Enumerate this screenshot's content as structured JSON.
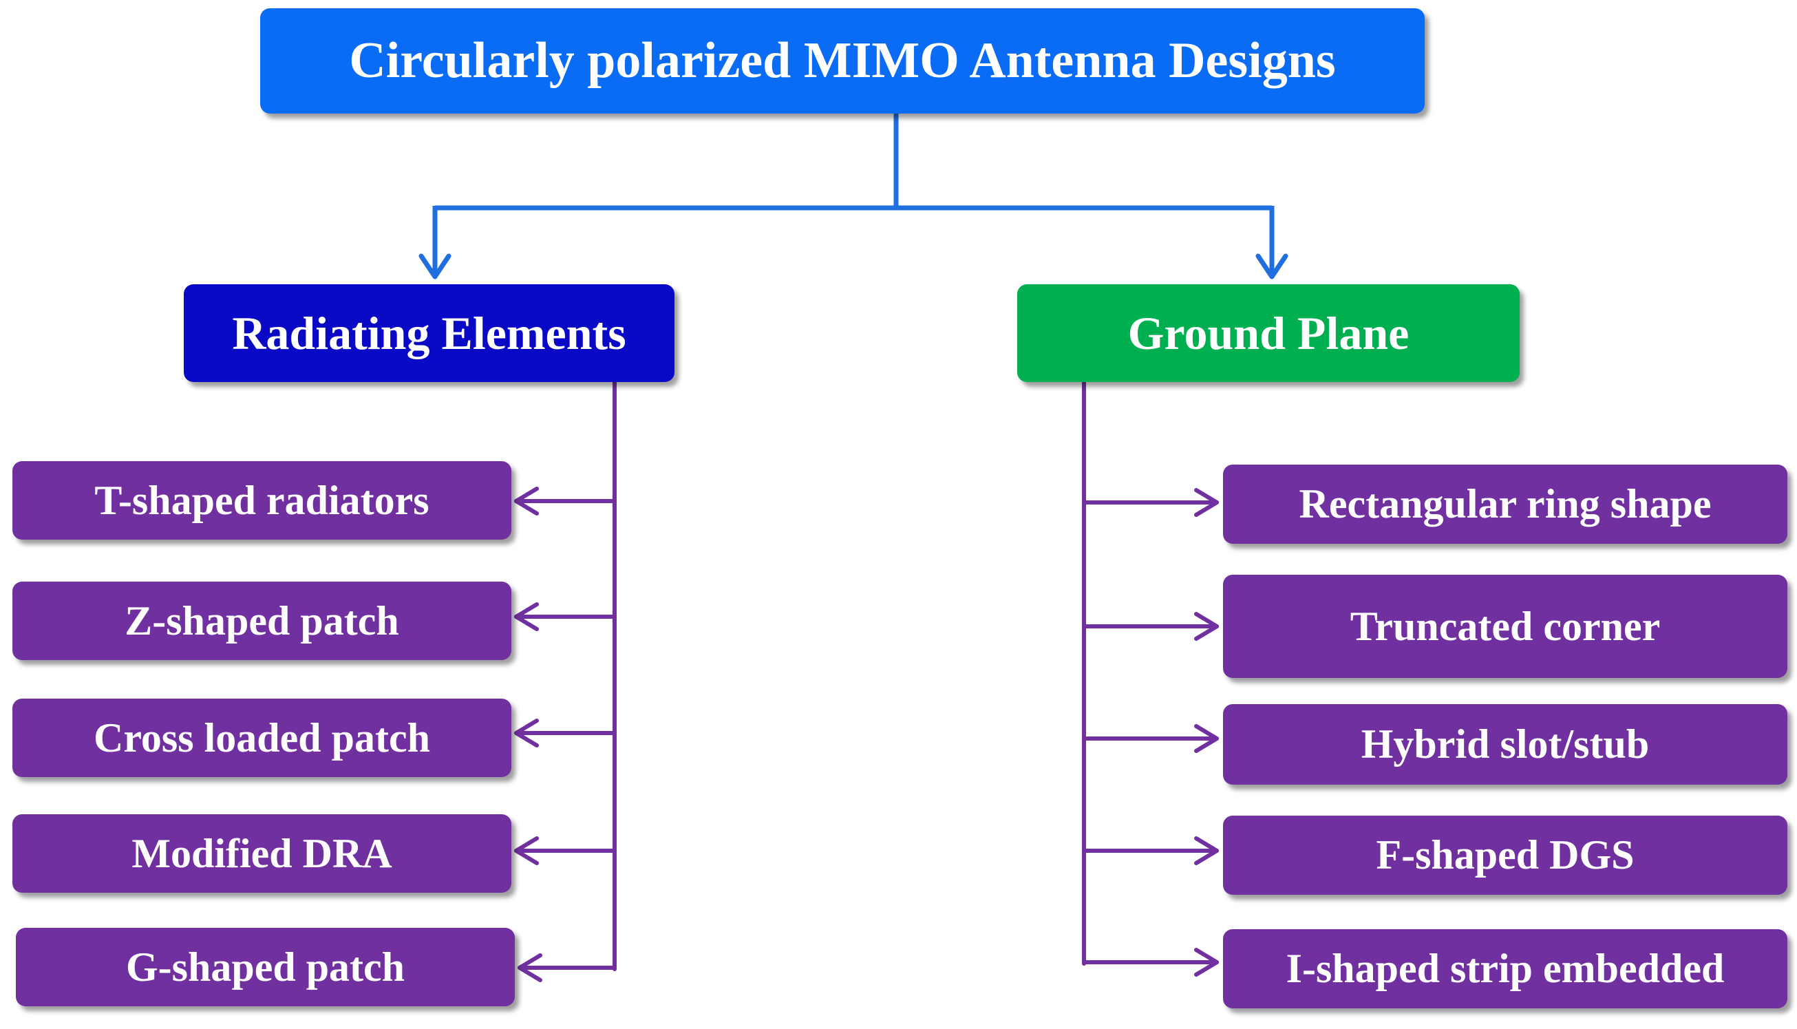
{
  "diagram": {
    "title": "Circularly polarized MIMO Antenna Designs",
    "colors": {
      "title_fill": "#0a6cf5",
      "radiating_fill": "#0a0ac6",
      "ground_fill": "#00b050",
      "leaf_fill": "#7030a0",
      "top_connector": "#1f6fe0",
      "branch_connector": "#7030a0"
    },
    "radiating": {
      "label": "Radiating Elements",
      "items": [
        "T-shaped radiators",
        "Z-shaped patch",
        "Cross loaded patch",
        "Modified DRA",
        "G-shaped patch"
      ]
    },
    "ground": {
      "label": "Ground Plane",
      "items": [
        "Rectangular ring shape",
        "Truncated corner",
        "Hybrid slot/stub",
        "F-shaped DGS",
        "I-shaped strip embedded"
      ]
    }
  }
}
